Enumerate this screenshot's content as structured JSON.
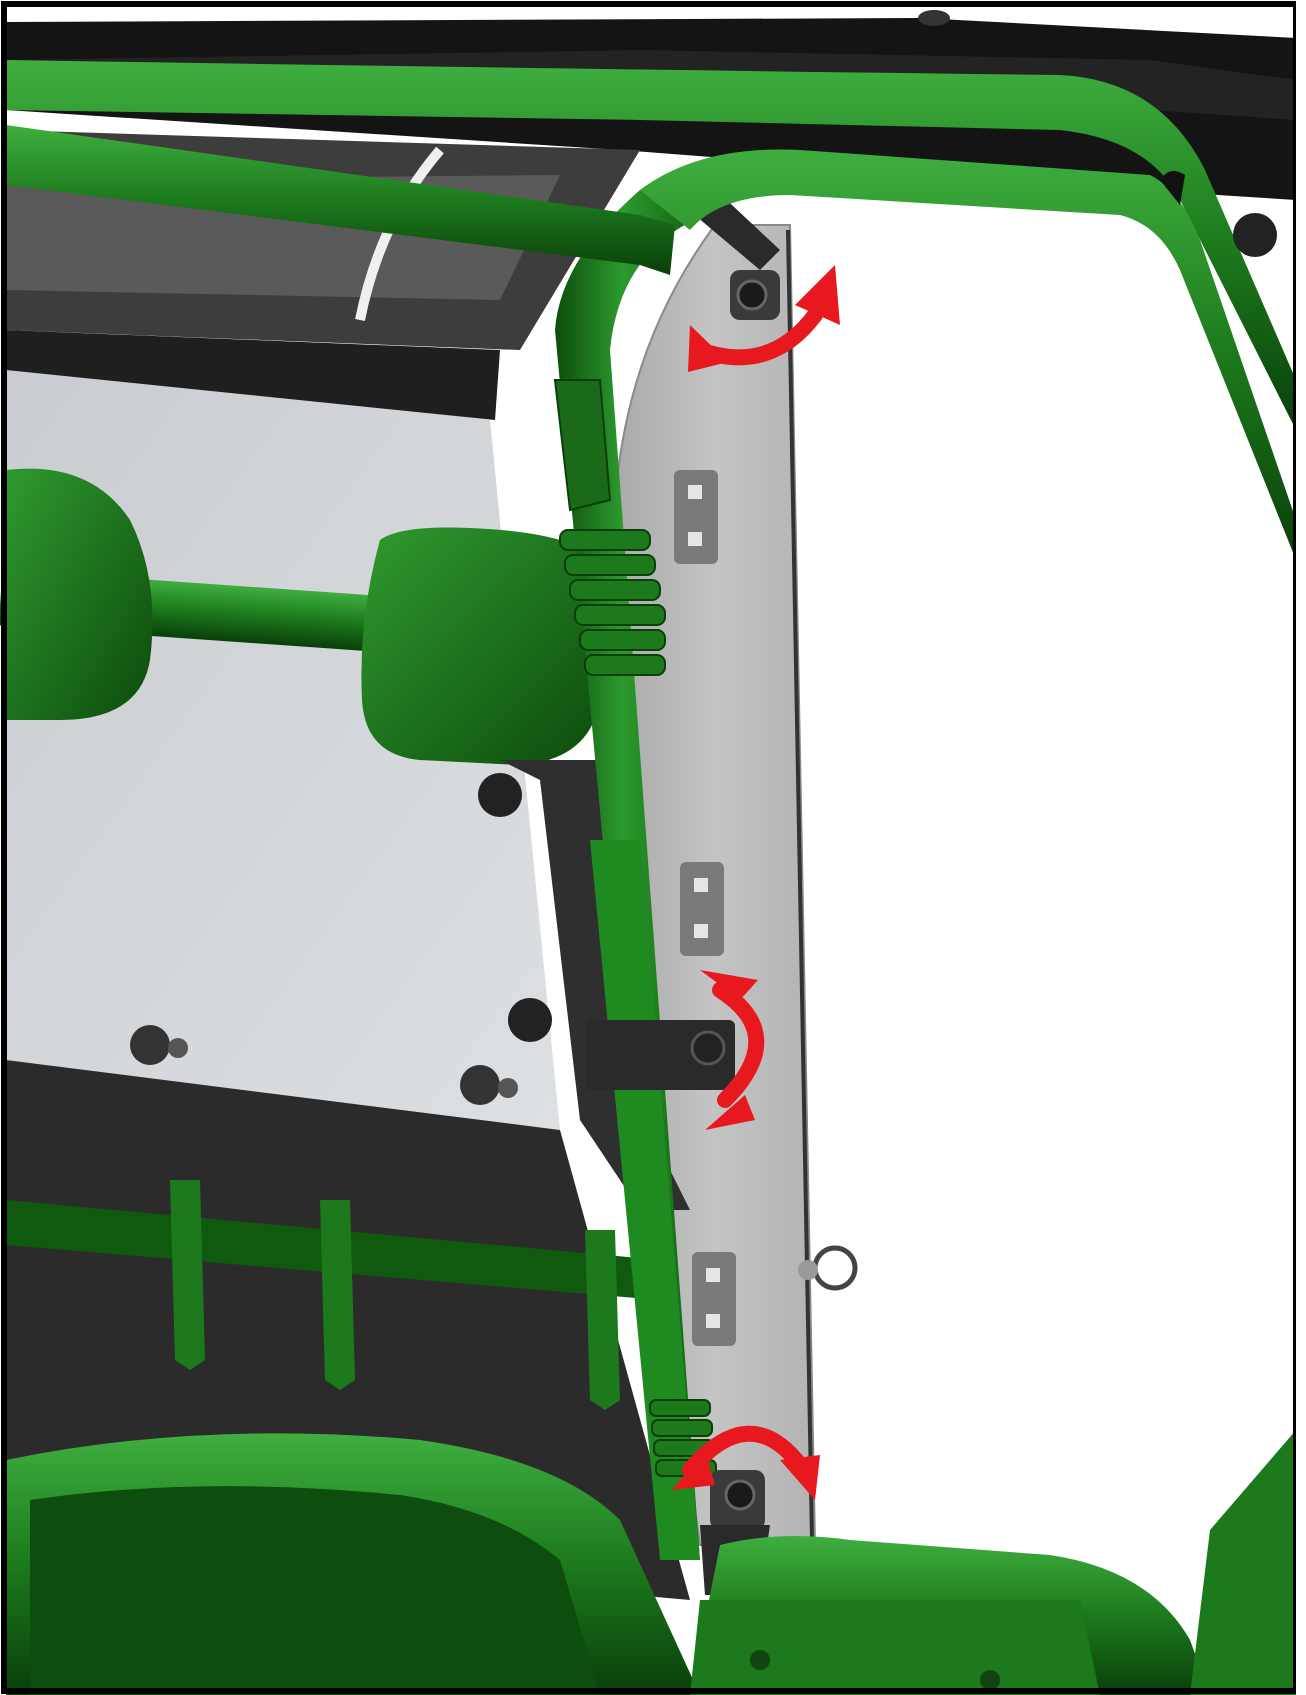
{
  "diagram": {
    "subject": "utility-vehicle-cab-rear-pillar-panel-install",
    "callouts": [
      {
        "name": "rotate-arrow-top",
        "icon": "curved-double-arrow-icon",
        "color": "#e8191e"
      },
      {
        "name": "rotate-arrow-middle",
        "icon": "curved-double-arrow-icon",
        "color": "#e8191e"
      },
      {
        "name": "rotate-arrow-bottom",
        "icon": "curved-double-arrow-icon",
        "color": "#e8191e"
      }
    ],
    "colors": {
      "frame_green": "#1c7a1c",
      "frame_green_dark": "#0d4d0d",
      "frame_green_light": "#3fae3f",
      "panel_gray": "#bdbdbd",
      "glass_gray": "#d6d9dc",
      "dark_panel": "#2b2b2b",
      "roof_black": "#141414",
      "arrow_red": "#e8191e",
      "border": "#000000"
    }
  }
}
